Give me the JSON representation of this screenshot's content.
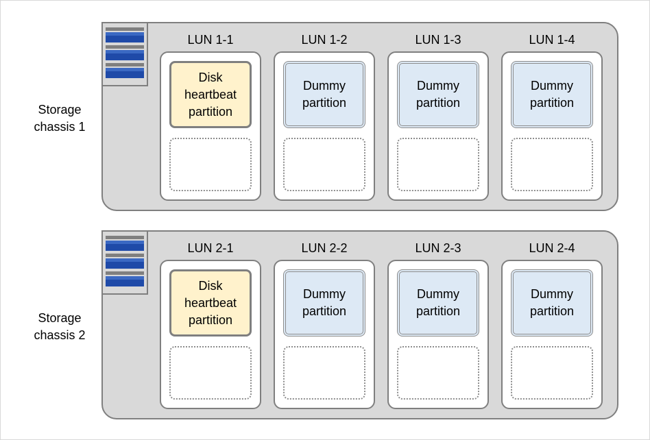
{
  "colors": {
    "chassis_fill": "#d9d9d9",
    "outline": "#7f7f7f",
    "heartbeat_fill": "#fff2cc",
    "dummy_fill": "#dde9f5",
    "disk_blue": "#1f4aa8"
  },
  "icons": [
    "storage-icon"
  ],
  "chassis": [
    {
      "label": "Storage\nchassis 1",
      "luns": [
        {
          "label": "LUN 1-1",
          "partition_type": "heartbeat",
          "partition_text": "Disk\nheartbeat\npartition"
        },
        {
          "label": "LUN 1-2",
          "partition_type": "dummy",
          "partition_text": "Dummy\npartition"
        },
        {
          "label": "LUN 1-3",
          "partition_type": "dummy",
          "partition_text": "Dummy\npartition"
        },
        {
          "label": "LUN 1-4",
          "partition_type": "dummy",
          "partition_text": "Dummy\npartition"
        }
      ]
    },
    {
      "label": "Storage\nchassis 2",
      "luns": [
        {
          "label": "LUN 2-1",
          "partition_type": "heartbeat",
          "partition_text": "Disk\nheartbeat\npartition"
        },
        {
          "label": "LUN 2-2",
          "partition_type": "dummy",
          "partition_text": "Dummy\npartition"
        },
        {
          "label": "LUN 2-3",
          "partition_type": "dummy",
          "partition_text": "Dummy\npartition"
        },
        {
          "label": "LUN 2-4",
          "partition_type": "dummy",
          "partition_text": "Dummy\npartition"
        }
      ]
    }
  ]
}
